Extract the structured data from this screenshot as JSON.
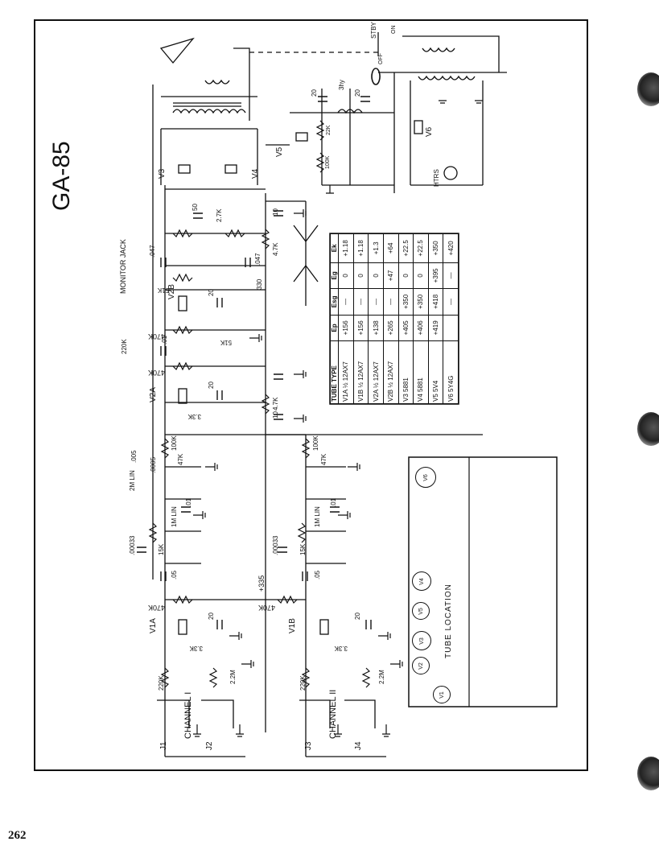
{
  "title": "GA-85",
  "page_number": "262",
  "tube_location_label": "TUBE LOCATION",
  "tube_chart": {
    "headers": [
      "TUBE TYPE",
      "Ep",
      "Esg",
      "Eg",
      "Ek"
    ],
    "rows": [
      [
        "V1A ½ 12AX7",
        "+156",
        "—",
        "0",
        "+1.18"
      ],
      [
        "V1B ½ 12AX7",
        "+156",
        "—",
        "0",
        "+1.18"
      ],
      [
        "V2A ½ 12AX7",
        "+138",
        "—",
        "0",
        "+1.3"
      ],
      [
        "V2B ½ 12AX7",
        "+265",
        "—",
        "+47",
        "+64"
      ],
      [
        "V3 5881",
        "+405",
        "+350",
        "0",
        "+22.5"
      ],
      [
        "V4 5881",
        "+406",
        "+350",
        "0",
        "+22.5"
      ],
      [
        "V5 5V4",
        "+419",
        "+418",
        "+395",
        "+350"
      ],
      [
        "V6 5Y4G",
        "",
        "—",
        "—",
        "+420"
      ]
    ]
  },
  "tubes": [
    "V1",
    "V2",
    "V3",
    "V4",
    "V5",
    "V6"
  ],
  "labels": {
    "channel_1": "CHANNEL I",
    "channel_2": "CHANNEL II",
    "monitor_jack": "MONITOR JACK",
    "j1": "J1",
    "j2": "J2",
    "j3": "J3",
    "j4": "J4",
    "v1a": "V1A",
    "v1b": "V1B",
    "v2a": "V2A",
    "v2b": "V2B",
    "v3": "V3",
    "v4": "V4",
    "v5": "V5",
    "v6": "V6",
    "hyr": "HTRS",
    "stby": "STBY",
    "on": "ON",
    "off": "OFF",
    "b335": "+335",
    "r470k_1": "470K",
    "r470k_2": "470K",
    "r470k_3": "470K",
    "r470k_4": "470K",
    "r220k_1": "220K",
    "r220k_2": "220K",
    "r220k_3": "220K",
    "r2_2m_1": "2.2M",
    "r2_2m_2": "2.2M",
    "r3_3k_1": "3.3K",
    "r3_3k_2": "3.3K",
    "r3_3k_3": "3.3K",
    "r15k_1": "15K",
    "r15k_2": "15K",
    "r51k_1": "51K",
    "r51k_2": "51K",
    "r100k_1": "100K",
    "r100k_2": "100K",
    "r100k_3": "100K",
    "r4_7k_1": "4.7K",
    "r4_7k_2": "4.7K",
    "r2_7k": "2.7K",
    "r22k": "22K",
    "c_05_1": ".05",
    "c_05_2": ".05",
    "c_01_1": ".01",
    "c_01_2": ".01",
    "c_01_3": ".01",
    "c_00033_1": ".00033",
    "c_00033_2": ".00033",
    "c_005": ".005",
    "c_0005": ".0005",
    "c_047_1": ".047",
    "c_047_2": ".047",
    "c_20_1": "20",
    "c_20_2": "20",
    "c_20_3": "20",
    "c_20_4": "20",
    "c_20_5": "20",
    "c_20_6": "20",
    "c_10_1": "10",
    "c_10_2": "10",
    "c_50": "50",
    "pot_2m_lin": "2M LIN",
    "pot_1m_lin_1": "1M LIN",
    "pot_1m_lin_2": "1M LIN",
    "pot_47k_1": "47K",
    "pot_47k_2": "47K",
    "r330": "330",
    "choke": "3hy"
  }
}
